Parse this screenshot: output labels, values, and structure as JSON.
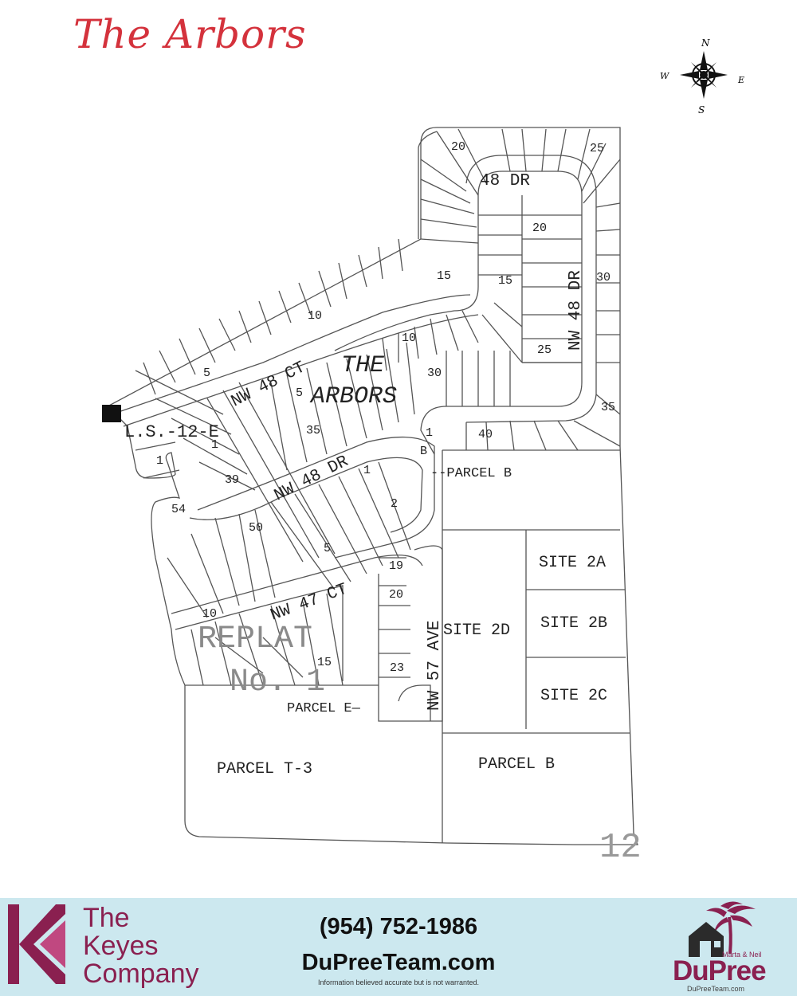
{
  "title": "The Arbors",
  "compass": {
    "n": "N",
    "s": "S",
    "e": "E",
    "w": "W"
  },
  "map": {
    "streets": {
      "dr48_top": "48 DR",
      "nw48dr_east": "NW 48 DR",
      "nw48ct": "NW 48 CT",
      "nw48dr_mid": "NW 48 DR",
      "nw47ct": "NW 47 CT",
      "nw57ave": "NW 57 AVE"
    },
    "subdivision": {
      "line1": "THE",
      "line2": "ARBORS"
    },
    "replat": {
      "line1": "REPLAT",
      "line2": "No. 1"
    },
    "land_section": "L.S.-12-E",
    "section_number": "12",
    "parcels": {
      "parcel_b_label": "--PARCEL B",
      "parcel_e_label": "PARCEL E—",
      "parcel_t3": "PARCEL T-3",
      "parcel_b_bottom": "PARCEL B",
      "site_2a": "SITE 2A",
      "site_2b": "SITE 2B",
      "site_2c": "SITE 2C",
      "site_2d": "SITE 2D"
    },
    "lots": {
      "l20a": "20",
      "l25a": "25",
      "l20b": "20",
      "l15a": "15",
      "l15b": "15",
      "l30": "30",
      "l10a": "10",
      "l10b": "10",
      "l25b": "25",
      "l5a": "5",
      "l5b": "5",
      "l30b": "30",
      "l35a": "35",
      "l1a": "1",
      "l35b": "35",
      "l40": "40",
      "l1b": "1",
      "lB": "B",
      "l1c": "1",
      "l1d": "1",
      "l39": "39",
      "l54": "54",
      "l2": "2",
      "l50": "50",
      "l5c": "5",
      "l19": "19",
      "l20c": "20",
      "l10c": "10",
      "l15c": "15",
      "l23": "23"
    }
  },
  "footer": {
    "company_line1": "The",
    "company_line2": "Keyes",
    "company_line3": "Company",
    "phone": "(954) 752-1986",
    "website": "DuPreeTeam.com",
    "disclaimer": "Information believed accurate but is not warranted.",
    "brand_small": "Marta & Neil",
    "brand": "DuPree",
    "brand_url": "DuPreeTeam.com",
    "brand_color": "#8a2050",
    "title_color": "#d4323c"
  }
}
